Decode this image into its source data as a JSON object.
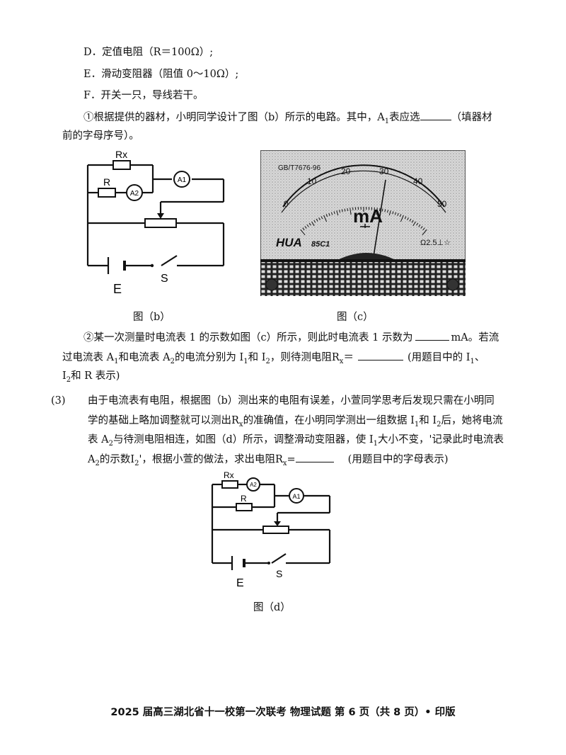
{
  "items": {
    "d": "D．定值电阻（R＝100Ω）;",
    "e": "E．滑动变阻器（阻值 0～10Ω）;",
    "f": "F．开关一只，导线若干。"
  },
  "q1": {
    "line1_a": "①根据提供的器材，小明同学设计了图（b）所示的电路。其中，A",
    "line1_sub": "1",
    "line1_b": "表应选",
    "line1_c": "（填器材",
    "line2": "前的字母序号）。"
  },
  "fig_b": {
    "caption": "图（b）",
    "label_rx": "Rx",
    "label_r": "R",
    "label_a1": "A1",
    "label_a2": "A2",
    "label_e": "E",
    "label_s": "S"
  },
  "fig_c": {
    "caption": "图（c）",
    "standard": "GB/T7676-96",
    "unit": "mA",
    "brand": "HUA",
    "model": "85C1",
    "class_mark": "Ω2.5⊥☆",
    "scale_labels": [
      "0",
      "10",
      "20",
      "30",
      "40",
      "50"
    ]
  },
  "q2": {
    "line1_a": "②某一次测量时电流表 1 的示数如图（c）所示，则此时电流表 1 示数为",
    "line1_b": "mA。若流",
    "line2_a": "过电流表 A",
    "line2_b": "和电流表 A",
    "line2_c": "的电流分别为 I",
    "line2_d": "和 I",
    "line2_e": "，则待测电阻R",
    "line2_f": "＝",
    "line2_g": "(用题目中的 I",
    "line2_h": "、",
    "line3_a": "I",
    "line3_b": "和 R 表示)"
  },
  "q3": {
    "num": "(3)",
    "line1": "由于电流表有电阻，根据图（b）测出来的电阻有误差，小萱同学思考后发现只需在小明同",
    "line2_a": "学的基础上略加调整就可以测出R",
    "line2_b": "的准确值，在小明同学测出一组数据 I",
    "line2_c": "和 I",
    "line2_d": "后，她将电流",
    "line3_a": "表 A",
    "line3_b": "与待测电阻相连，如图（d）所示，调整滑动变阻器，使 I",
    "line3_c": "大小不变，'记录此时电流表",
    "line4_a": "A",
    "line4_b": "的示数I",
    "line4_c": "'，根据小萱的做法，求出电阻R",
    "line4_d": "=",
    "line4_e": "(用题目中的字母表示)"
  },
  "fig_d": {
    "caption": "图（d）",
    "label_rx": "Rx",
    "label_r": "R",
    "label_a1": "A1",
    "label_a2": "A2",
    "label_e": "E",
    "label_s": "S"
  },
  "footer": "2025 届高三湖北省十一校第一次联考 物理试题 第 6 页（共 8 页）• 印版"
}
